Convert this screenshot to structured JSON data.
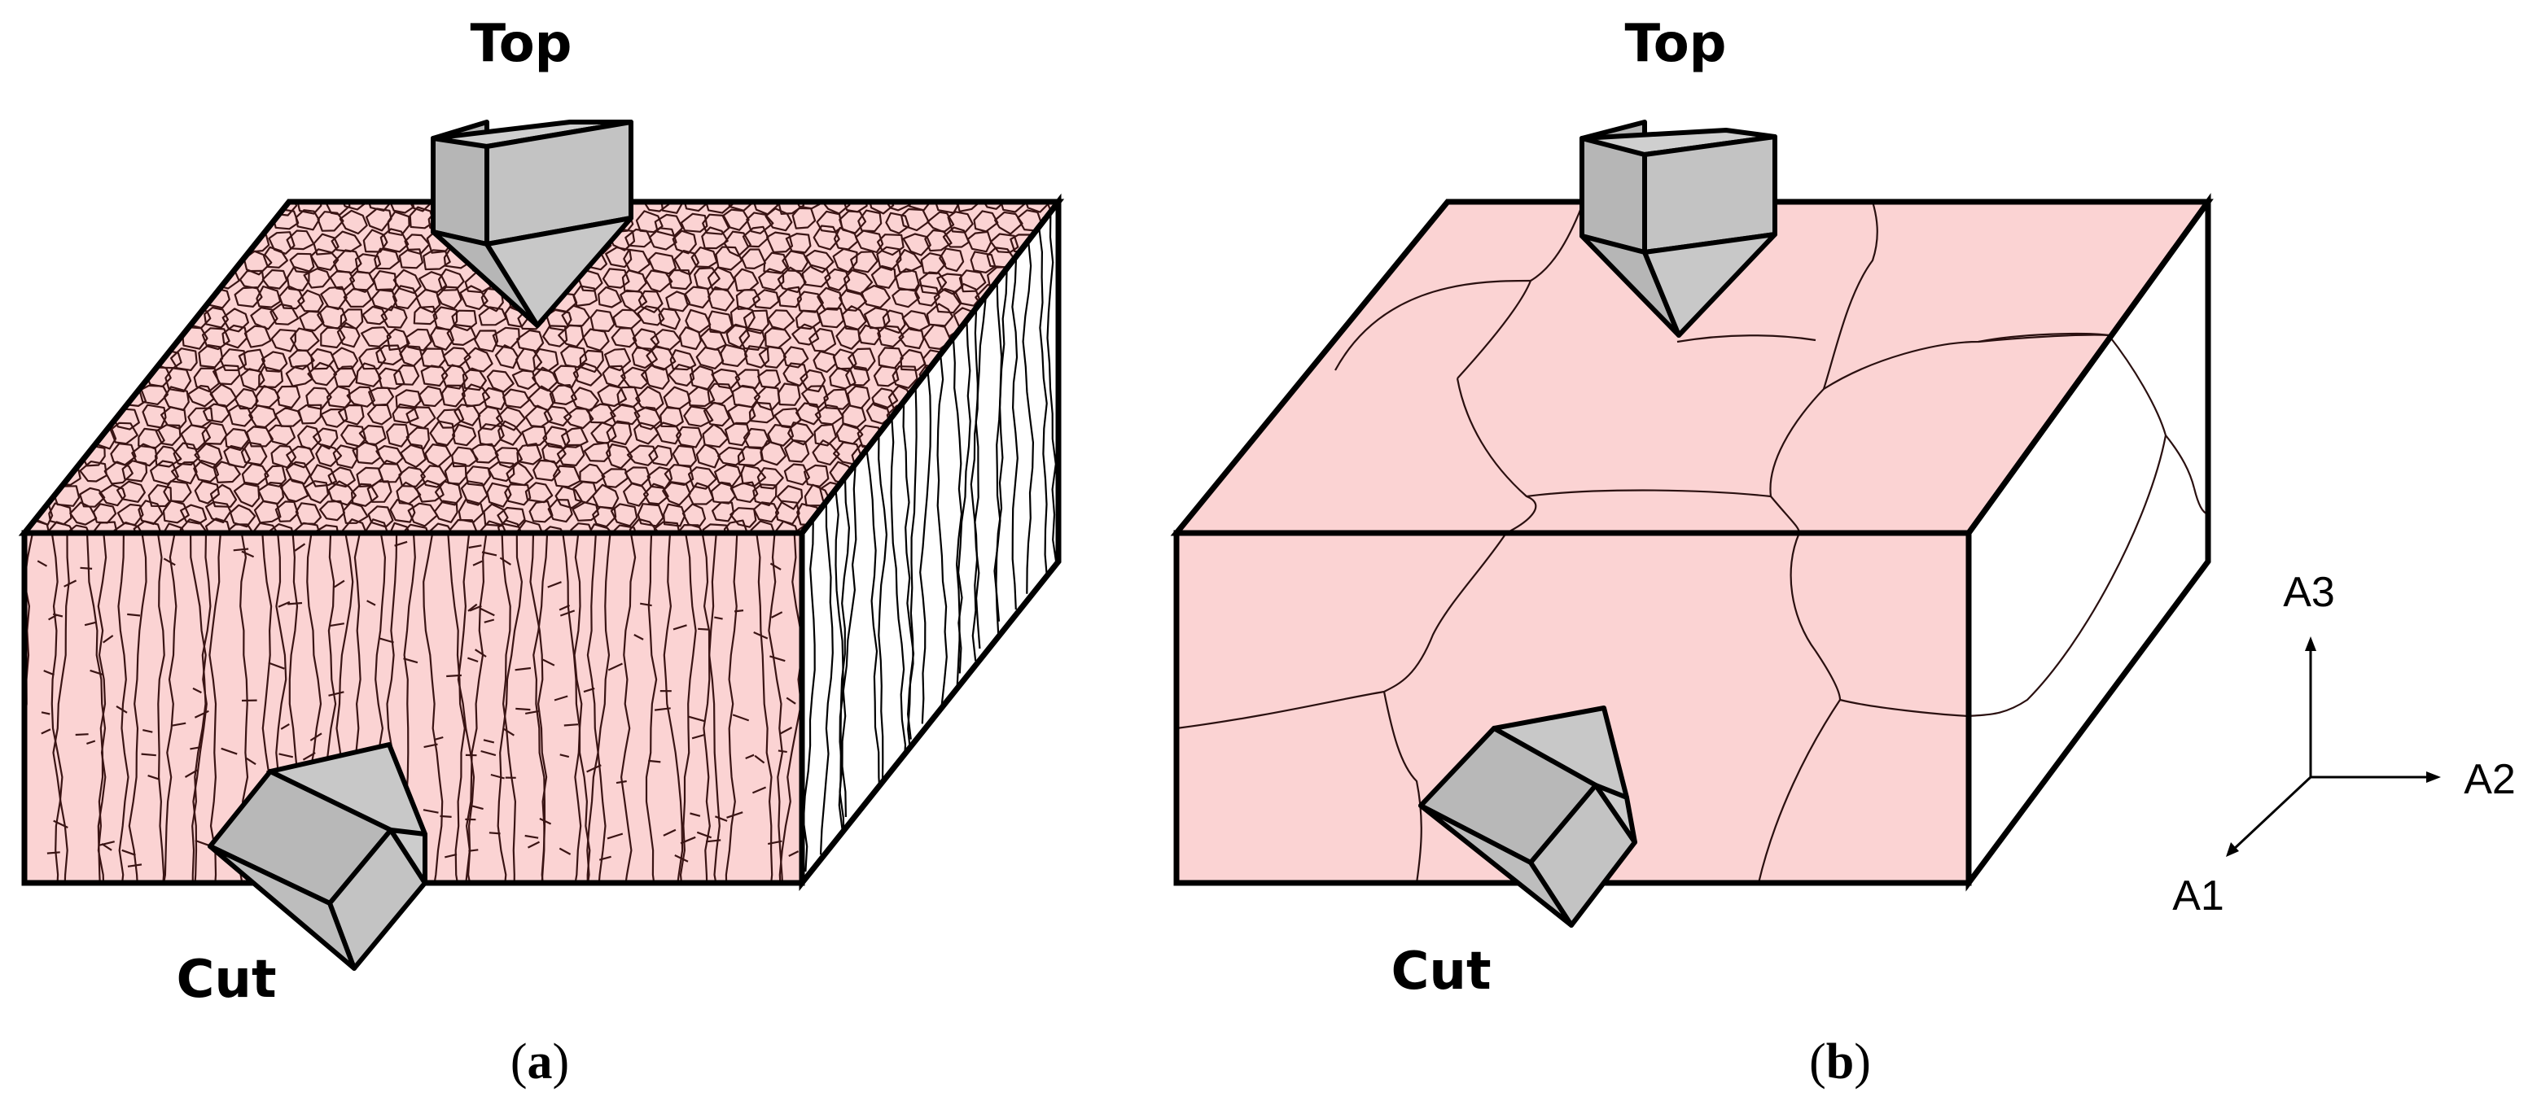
{
  "panel_a": {
    "top_label": "Top",
    "cut_label": "Cut",
    "caption_open": "(",
    "caption_letter": "a",
    "caption_close": ")"
  },
  "panel_b": {
    "top_label": "Top",
    "cut_label": "Cut",
    "caption_open": "(",
    "caption_letter": "b",
    "caption_close": ")"
  },
  "axes": {
    "a1": "A1",
    "a2": "A2",
    "a3": "A3"
  },
  "colors": {
    "face_pink": "#fbd3d3",
    "indenter_gray": "#c3c3c3",
    "outline": "#000000"
  }
}
